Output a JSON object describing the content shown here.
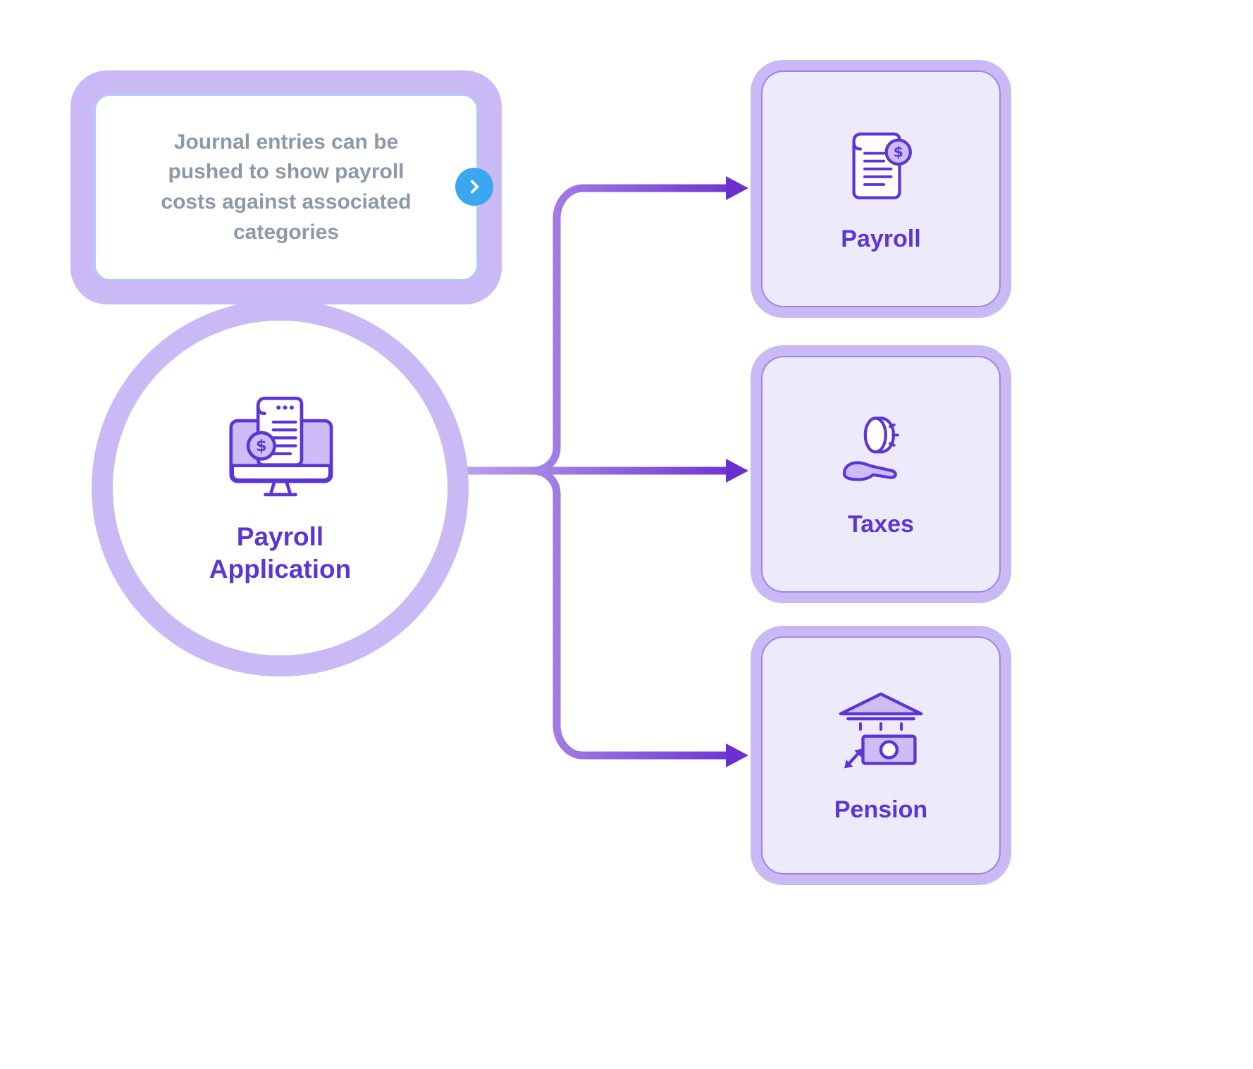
{
  "diagram": {
    "callout": {
      "text": "Journal entries can be pushed to show payroll costs against associated categories"
    },
    "source": {
      "label": "Payroll Application"
    },
    "targets": [
      {
        "id": "payroll",
        "label": "Payroll"
      },
      {
        "id": "taxes",
        "label": "Taxes"
      },
      {
        "id": "pension",
        "label": "Pension"
      }
    ]
  },
  "icons": {
    "callout_button": "chevron-right-icon",
    "source": "payroll-application-monitor-document-dollar-icon",
    "payroll": "payroll-document-dollar-icon",
    "taxes": "coin-in-hand-icon",
    "pension": "bank-banknote-expand-icon"
  },
  "colors": {
    "lavender_border": "#c9baf6",
    "node_fill": "#edeafc",
    "node_inner_stroke": "#9b86e6",
    "accent_purple": "#5b35d5",
    "icon_purple": "#5b35d5",
    "icon_fill": "#cdbcf5",
    "arrow_start": "#d9cdf9",
    "arrow_end": "#6a2fd0",
    "callout_text": "#8c99a9",
    "callout_inner_stroke": "#a7d4f2",
    "chevron_blue": "#3aa7f0",
    "background": "#ffffff"
  }
}
